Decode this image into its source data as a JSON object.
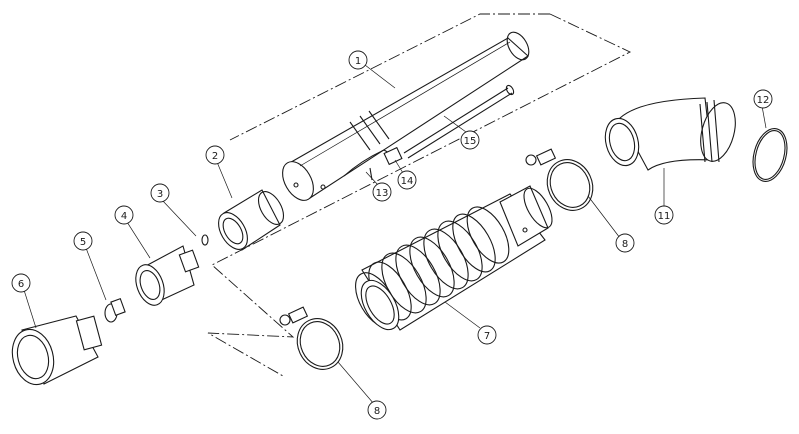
{
  "callouts": [
    {
      "id": "c1",
      "label": "1"
    },
    {
      "id": "c2",
      "label": "2"
    },
    {
      "id": "c3",
      "label": "3"
    },
    {
      "id": "c4",
      "label": "4"
    },
    {
      "id": "c5",
      "label": "5"
    },
    {
      "id": "c6",
      "label": "6"
    },
    {
      "id": "c7",
      "label": "7"
    },
    {
      "id": "c8a",
      "label": "8"
    },
    {
      "id": "c8b",
      "label": "8"
    },
    {
      "id": "c11",
      "label": "11"
    },
    {
      "id": "c12",
      "label": "12"
    },
    {
      "id": "c13",
      "label": "13"
    },
    {
      "id": "c14",
      "label": "14"
    },
    {
      "id": "c15",
      "label": "15"
    }
  ]
}
